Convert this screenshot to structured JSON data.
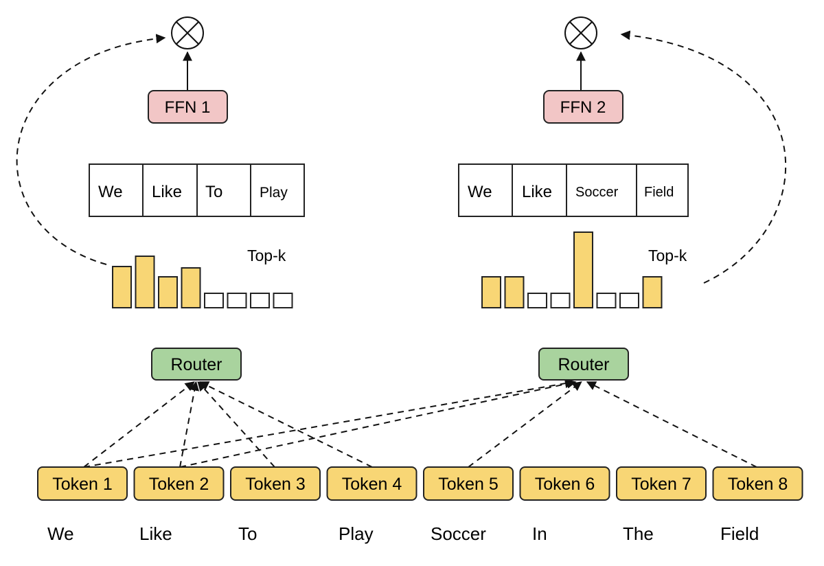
{
  "colors": {
    "token_fill": "#f8d675",
    "token_stroke": "#222222",
    "router_fill": "#a9d39e",
    "ffn_fill": "#f2c6c6",
    "bar_fill": "#f8d675",
    "line": "#111111"
  },
  "tokens": [
    "Token 1",
    "Token 2",
    "Token 3",
    "Token 4",
    "Token 5",
    "Token 6",
    "Token 7",
    "Token 8"
  ],
  "words": [
    "We",
    "Like",
    "To",
    "Play",
    "Soccer",
    "In",
    "The",
    "Field"
  ],
  "routers": [
    {
      "label": "Router"
    },
    {
      "label": "Router"
    }
  ],
  "experts": [
    {
      "ffn_label": "FFN 1",
      "buffer": [
        "We",
        "Like",
        "To",
        "Play"
      ],
      "topk_label": "Top-k",
      "bar_values": [
        0.6,
        0.75,
        0.45,
        0.58,
        0,
        0,
        0,
        0
      ],
      "combine_symbol": "⊗"
    },
    {
      "ffn_label": "FFN 2",
      "buffer": [
        "We",
        "Like",
        "Soccer",
        "Field"
      ],
      "topk_label": "Top-k",
      "bar_values": [
        0.45,
        0.45,
        0,
        0,
        1.1,
        0,
        0,
        0.45
      ],
      "combine_symbol": "⊗"
    }
  ],
  "routing": [
    {
      "router": 0,
      "tokens": [
        1,
        2,
        3,
        4
      ]
    },
    {
      "router": 1,
      "tokens": [
        1,
        2,
        5,
        8
      ]
    }
  ]
}
